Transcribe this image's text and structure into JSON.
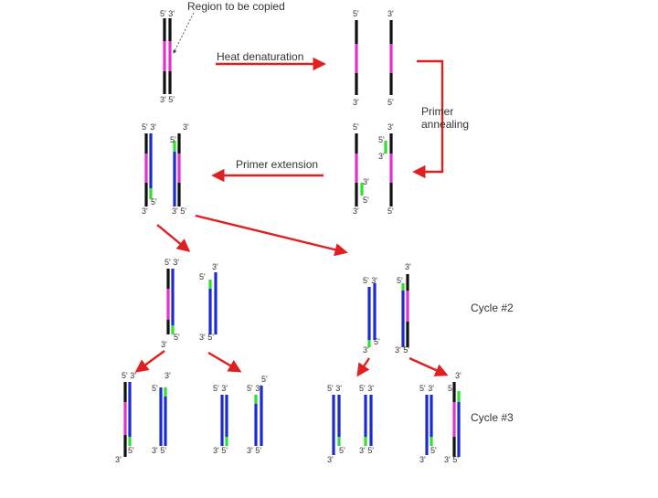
{
  "colors": {
    "template": "#111111",
    "target": "#dd33cc",
    "new_strand": "#1a2bd0",
    "primer": "#33dd33",
    "arrow": "#e02020",
    "pointer": "#333333"
  },
  "labels": {
    "region": "Region to be copied",
    "heat": "Heat denaturation",
    "primer_line1": "Primer",
    "primer_line2": "annealing",
    "extension": "Primer extension",
    "cycle2": "Cycle #2",
    "cycle3": "Cycle #3"
  },
  "ends": {
    "five_three": "5' 3'",
    "three_five": "3' 5'",
    "five": "5'",
    "three": "3'"
  }
}
